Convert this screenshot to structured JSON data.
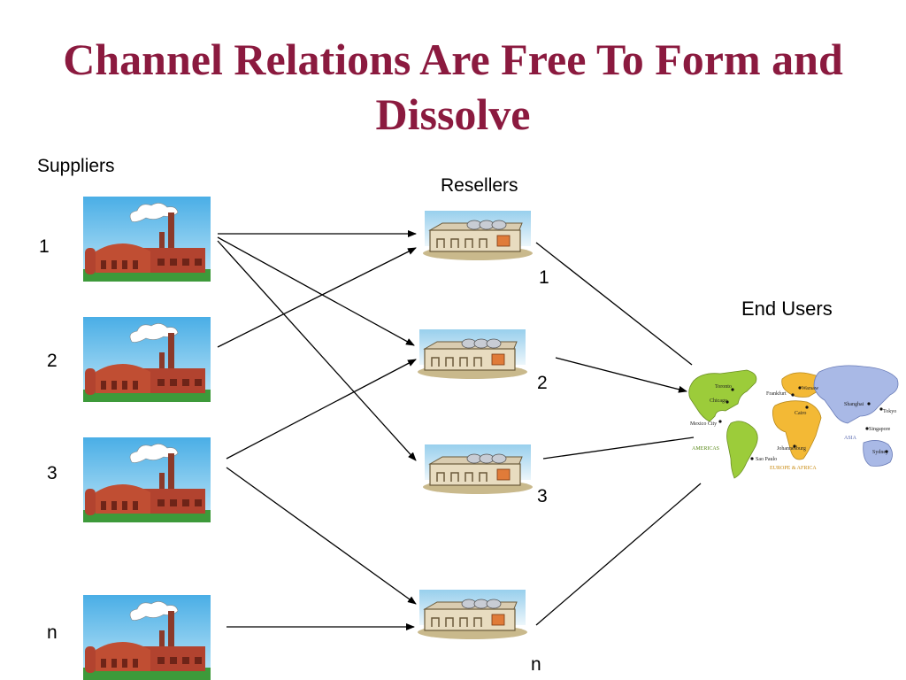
{
  "title": "Channel Relations Are Free To Form and Dissolve",
  "columns": {
    "suppliers": "Suppliers",
    "resellers": "Resellers",
    "end_users": "End Users"
  },
  "suppliers": [
    {
      "id": "1"
    },
    {
      "id": "2"
    },
    {
      "id": "3"
    },
    {
      "id": "n"
    }
  ],
  "resellers": [
    {
      "id": "1"
    },
    {
      "id": "2"
    },
    {
      "id": "3"
    },
    {
      "id": "n"
    }
  ],
  "map": {
    "cities": [
      "Toronto",
      "Chicago",
      "Mexico City",
      "Frankfurt",
      "Warsaw",
      "Cairo",
      "Johannesburg",
      "Sao Paulo",
      "Shanghai",
      "Tokyo",
      "Singapore",
      "Sydney"
    ],
    "regions": [
      "AMERICAS",
      "EUROPE & AFRICA",
      "ASIA"
    ]
  },
  "colors": {
    "title": "#8b1a3f",
    "americas": "#9ccc3a",
    "europe_africa": "#f3b935",
    "asia": "#a9b9e6"
  },
  "connections": [
    {
      "from": "supplier-1",
      "to": "reseller-1"
    },
    {
      "from": "supplier-1",
      "to": "reseller-2"
    },
    {
      "from": "supplier-1",
      "to": "reseller-3"
    },
    {
      "from": "supplier-2",
      "to": "reseller-1"
    },
    {
      "from": "supplier-3",
      "to": "reseller-2"
    },
    {
      "from": "supplier-3",
      "to": "reseller-n"
    },
    {
      "from": "supplier-n",
      "to": "reseller-n"
    },
    {
      "from": "reseller-1",
      "to": "end-users"
    },
    {
      "from": "reseller-2",
      "to": "end-users"
    },
    {
      "from": "reseller-3",
      "to": "end-users"
    },
    {
      "from": "reseller-n",
      "to": "end-users"
    }
  ]
}
